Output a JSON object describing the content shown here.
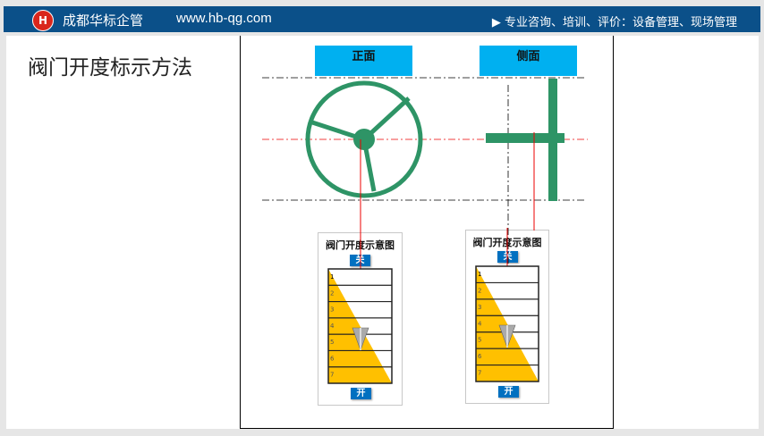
{
  "header": {
    "logo_text": "H",
    "brand": "成都华标企管",
    "url": "www.hb-qg.com",
    "slogan": "▶ 专业咨询、培训、评价：设备管理、现场管理"
  },
  "page_title": "阀门开度标示方法",
  "views": {
    "front": "正面",
    "side": "侧面"
  },
  "gauges": [
    {
      "title": "阀门开度示意图",
      "close": "关",
      "open": "开",
      "rows": [
        "1",
        "2",
        "3",
        "4",
        "5",
        "6",
        "7"
      ]
    },
    {
      "title": "阀门开度示意图",
      "close": "关",
      "open": "开",
      "rows": [
        "1",
        "2",
        "3",
        "4",
        "5",
        "6",
        "7"
      ]
    }
  ],
  "colors": {
    "header": "#0b5089",
    "valve": "#2e9466",
    "view_label": "#00b0f0",
    "gauge_fill": "#ffc000",
    "gauge_button": "#0070c0"
  }
}
